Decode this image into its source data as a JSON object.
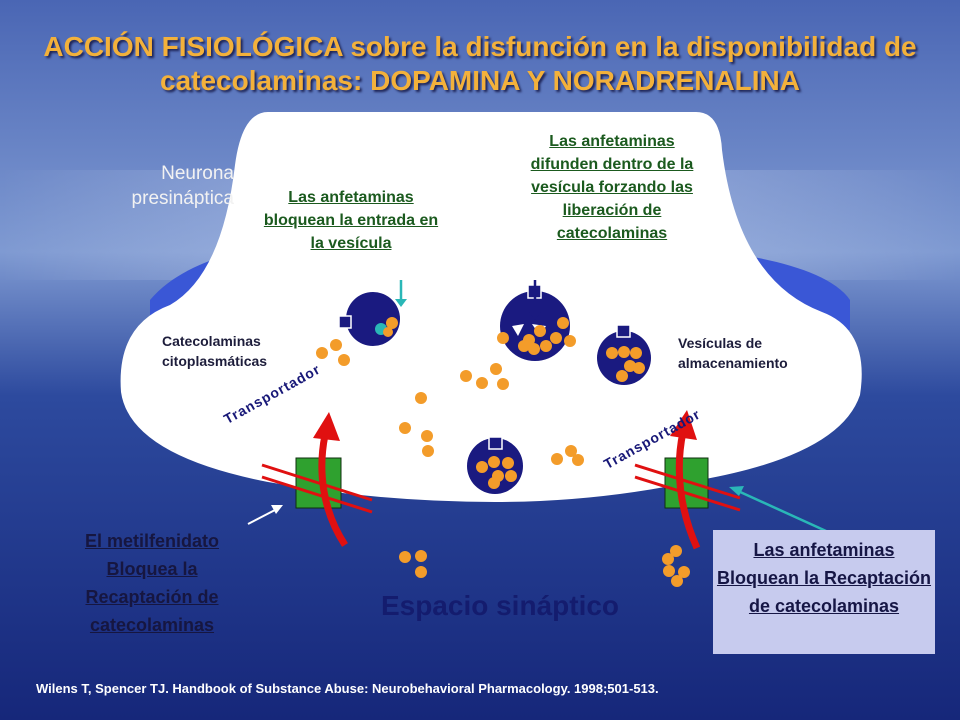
{
  "title": "ACCIÓN FISIOLÓGICA sobre la disfunción en la disponibilidad de catecolaminas: DOPAMINA Y NORADRENALINA",
  "labels": {
    "neuron": "Neurona presináptica",
    "block_entry": "Las anfetaminas bloquean la entrada en la vesícula",
    "diffuse": "Las anfetaminas difunden dentro de la vesícula forzando las liberación de catecolaminas",
    "cytoplasmic": "Catecolaminas citoplasmáticas",
    "storage": "Vesículas de almacenamiento",
    "transporter_left": "Transportador",
    "transporter_right": "Transportador",
    "methylphenidate": "El metilfenidato Bloquea la Recaptación de catecolaminas",
    "amphetamines_block": "Las anfetaminas Bloquean la Recaptación de catecolaminas",
    "synaptic_space": "Espacio sináptico"
  },
  "citation": "Wilens T, Spencer TJ.  Handbook of Substance Abuse: Neurobehavioral Pharmacology. 1998;501-513.",
  "colors": {
    "title": "#f3b13b",
    "background_dark": "#1a2a78",
    "background_light": "#8aa6d6",
    "neuron_fill": "#ffffff",
    "vesicle_fill": "#1a1a80",
    "molecule": "#f39c2a",
    "transporter": "#2fa12f",
    "arrow_red": "#e01010",
    "amphetamine_blocker": "#2ab7b7"
  }
}
